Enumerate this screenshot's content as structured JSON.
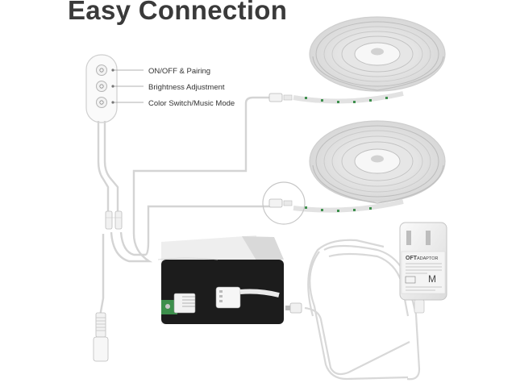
{
  "title": "Easy Connection",
  "labels": {
    "onoff": "ON/OFF & Pairing",
    "brightness": "Brightness Adjustment",
    "color": "Color Switch/Music Mode"
  },
  "adaptor": {
    "brand": "OFT",
    "word": "ADAPTOR",
    "model_letter": "M"
  },
  "colors": {
    "title": "#3a3a3a",
    "cable": "#d6d6d6",
    "strip_led": "#3d8f4c",
    "inset_bg": "#1c1c1c"
  }
}
